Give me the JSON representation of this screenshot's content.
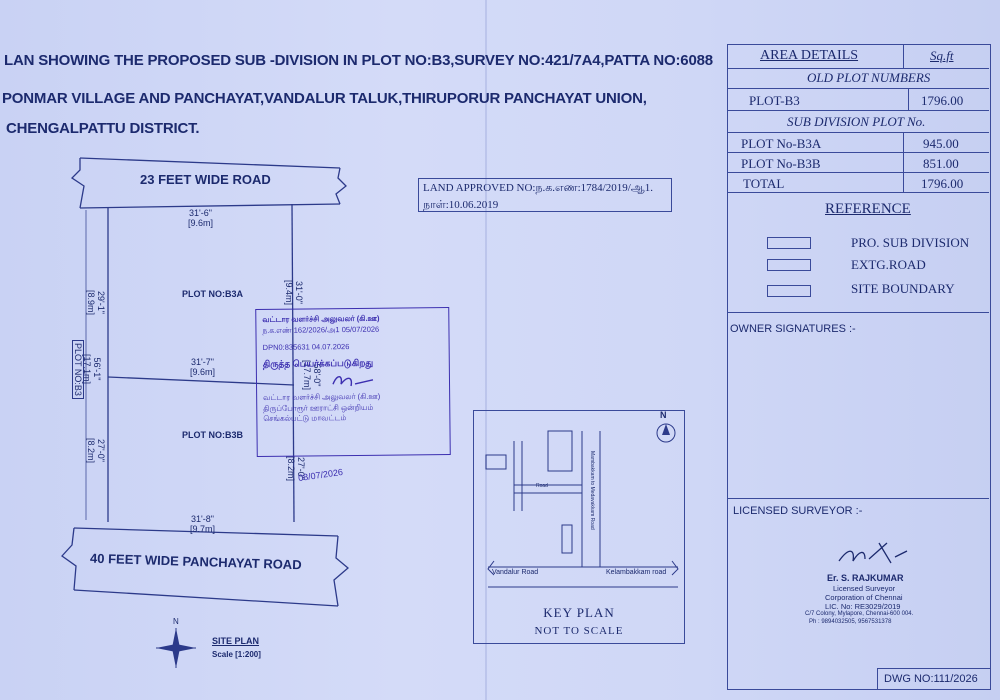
{
  "title": {
    "line1": "LAN SHOWING THE PROPOSED SUB -DIVISION IN PLOT NO:B3,SURVEY NO:421/7A4,PATTA NO:6088",
    "line2": "PONMAR VILLAGE AND  PANCHAYAT,VANDALUR TALUK,THIRUPORUR PANCHAYAT UNION,",
    "line3": "CHENGALPATTU DISTRICT."
  },
  "approval": {
    "line1": "LAND APPROVED NO:ந.க.எண:1784/2019/ஆ1.",
    "line2": "நாள்:10.06.2019"
  },
  "roads": {
    "top": "23 FEET WIDE ROAD",
    "bottom": "40 FEET WIDE PANCHAYAT ROAD"
  },
  "plots": {
    "a_label": "PLOT NO:B3A",
    "b_label": "PLOT NO:B3B",
    "outer_label": "PLOT NO:B3",
    "dims": {
      "top": "31'-6\"",
      "top_m": "[9.6m]",
      "mid": "31'-7\"",
      "mid_m": "[9.6m]",
      "bottom": "31'-8\"",
      "bottom_m": "[9.7m]",
      "left_a": "29'-1\"",
      "left_a_m": "[8.9m]",
      "left_b": "27'-0\"",
      "left_b_m": "[8.2m]",
      "left_total": "56'-1\"",
      "left_total_m": "[17.1m]",
      "right_a": "31'-0\"",
      "right_a_m": "[9.4m]",
      "right_b": "27'-0\"",
      "right_b_m": "[8.2m]",
      "right_total": "58'-0\"",
      "right_total_m": "[17.7m]"
    }
  },
  "stamp": {
    "line1": "வட்டார வளர்ச்சி அலுவலர் (கி.ஊ)",
    "line2": "ந.க.எண் 162/2026/அ1   05/07/2026",
    "line3": "DPN0:835631 04.07.2026",
    "line4": "திருத்த பெயர்க்கப்படுகிறது",
    "line5": "வட்டார வளர்ச்சி அலுவலர் (கி.ஊ)",
    "line6": "திருப்போரூர் ஊராட்சி ஒன்றியம்",
    "line7": "செங்கல்பட்டு மாவட்டம்",
    "initials_date": "08/07/2026"
  },
  "site_plan": {
    "label": "SITE PLAN",
    "scale": "Scale [1:200]",
    "north": "N"
  },
  "key_plan": {
    "title": "KEY PLAN",
    "subtitle": "NOT TO SCALE",
    "north": "N",
    "left_road": "Vandalur Road",
    "right_road": "Kelambakkam road",
    "road_label": "Road",
    "vertical_road": "Mambakkam to Medavakkam Road"
  },
  "area_details": {
    "heading": "AREA DETAILS",
    "unit": "Sq.ft",
    "old_heading": "OLD PLOT NUMBERS",
    "old_rows": [
      {
        "label": "PLOT-B3",
        "value": "1796.00"
      }
    ],
    "sub_heading": "SUB DIVISION PLOT No.",
    "sub_rows": [
      {
        "label": "PLOT No-B3A",
        "value": "945.00"
      },
      {
        "label": "PLOT No-B3B",
        "value": "851.00"
      },
      {
        "label": "TOTAL",
        "value": "1796.00"
      }
    ]
  },
  "reference": {
    "heading": "REFERENCE",
    "items": [
      "PRO. SUB DIVISION",
      "EXTG.ROAD",
      "SITE BOUNDARY"
    ]
  },
  "owner_signatures": "OWNER SIGNATURES :-",
  "surveyor": {
    "heading": "LICENSED SURVEYOR :-",
    "name": "Er. S. RAJKUMAR",
    "title": "Licensed Surveyor",
    "org": "Corporation of Chennai",
    "lic": "LIC. No: RE3029/2019",
    "addr": "C/7 Colony, Mylapore, Chennai-600 004.",
    "phone": "Ph : 9894032505, 9567531378"
  },
  "drawing_no": "DWG NO:111/2026",
  "colors": {
    "ink": "#1c2a6e",
    "paper": "#cdd6f6",
    "stamp": "#3c2fb0"
  }
}
